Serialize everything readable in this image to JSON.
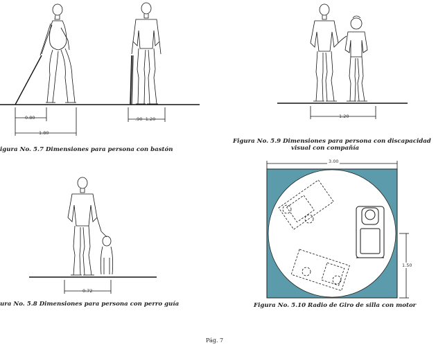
{
  "figures": {
    "f57": {
      "caption": "igura No. 5.7  Dimensiones para persona con bastón",
      "dim_a": "0.80",
      "dim_b": "1.80",
      "dim_c": ".90 -1.20"
    },
    "f58": {
      "caption": "ura No. 5.8 Dimensiones para persona con perro guía",
      "dim_a": "0.72"
    },
    "f59": {
      "caption_line1": "Figura No. 5.9 Dimensiones para persona con discapacidad",
      "caption_line2": "visual con compañía",
      "dim_a": "1.20"
    },
    "f510": {
      "caption": "Figura No. 5.10 Radio de Giro de silla con motor",
      "dim_width": "3.00",
      "dim_height": "1.50"
    }
  },
  "footer": {
    "page": "Pág. 7"
  },
  "colors": {
    "ink": "#111111",
    "teal": "#5b9bab",
    "paper": "#ffffff"
  }
}
